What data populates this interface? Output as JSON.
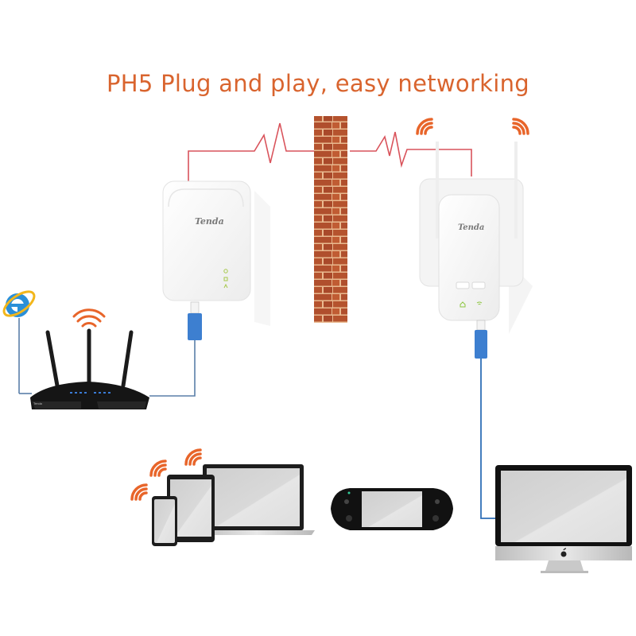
{
  "title": "PH5  Plug and play, easy networking",
  "devices": {
    "adapter_left": {
      "brand": "Tenda"
    },
    "adapter_right": {
      "brand": "Tenda"
    },
    "router": {
      "brand": "Tenda"
    }
  },
  "colors": {
    "title": "#d9642e",
    "powerline": "#d9535b",
    "wifi": "#e8652a",
    "ethernet_cable": "#2f6fb7",
    "ethernet_connector": "#3d7fd0",
    "brick": "#b5532e",
    "mortar": "#e9b98f"
  },
  "icons": [
    "internet-explorer-icon",
    "wifi-signal-icon",
    "apple-logo-icon"
  ]
}
